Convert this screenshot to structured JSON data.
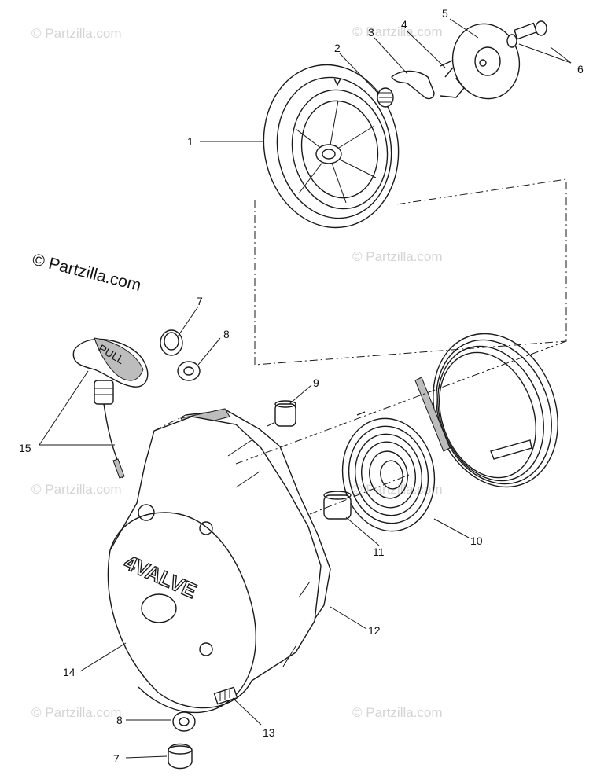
{
  "copyright": "© Partzilla.com",
  "watermark": "© Partzilla.com",
  "cover_lettering": "4VALVE",
  "handle_lettering": "PULL",
  "callouts": {
    "c1": "1",
    "c2": "2",
    "c3": "3",
    "c4": "4",
    "c5": "5",
    "c6": "6",
    "c7a": "7",
    "c7b": "7",
    "c8a": "8",
    "c8b": "8",
    "c9": "9",
    "c10": "10",
    "c11": "11",
    "c12": "12",
    "c13": "13",
    "c14": "14",
    "c15": "15"
  }
}
